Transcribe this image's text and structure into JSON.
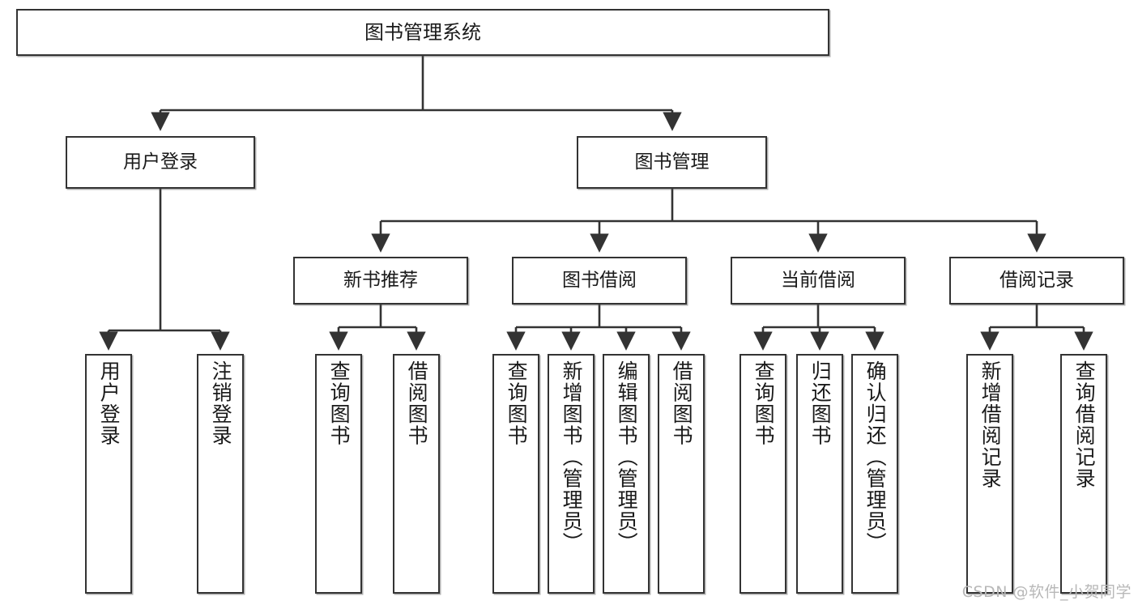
{
  "diagram": {
    "type": "tree",
    "title": "图书管理系统",
    "orientation": "top-down",
    "colors": {
      "box_border": "#333333",
      "box_fill": "#ffffff",
      "edge": "#333333",
      "text": "#1a1a1a",
      "watermark": "#b8b8b8"
    },
    "nodes": {
      "root": {
        "label": "图书管理系统"
      },
      "level2": [
        {
          "id": "user-login",
          "label": "用户登录"
        },
        {
          "id": "book-management",
          "label": "图书管理"
        }
      ],
      "level3": [
        {
          "id": "new-book-recommend",
          "label": "新书推荐"
        },
        {
          "id": "book-borrow",
          "label": "图书借阅"
        },
        {
          "id": "current-borrow",
          "label": "当前借阅"
        },
        {
          "id": "borrow-record",
          "label": "借阅记录"
        }
      ],
      "leaves": [
        {
          "id": "leaf-user-login",
          "label": "用户登录",
          "parent": "user-login"
        },
        {
          "id": "leaf-logout",
          "label": "注销登录",
          "parent": "user-login"
        },
        {
          "id": "leaf-query-book-1",
          "label": "查询图书",
          "parent": "new-book-recommend"
        },
        {
          "id": "leaf-borrow-book-1",
          "label": "借阅图书",
          "parent": "new-book-recommend"
        },
        {
          "id": "leaf-query-book-2",
          "label": "查询图书",
          "parent": "book-borrow"
        },
        {
          "id": "leaf-add-book",
          "label": "新增图书（管理员）",
          "parent": "book-borrow"
        },
        {
          "id": "leaf-edit-book",
          "label": "编辑图书（管理员）",
          "parent": "book-borrow"
        },
        {
          "id": "leaf-borrow-book-2",
          "label": "借阅图书",
          "parent": "book-borrow"
        },
        {
          "id": "leaf-query-book-3",
          "label": "查询图书",
          "parent": "current-borrow"
        },
        {
          "id": "leaf-return-book",
          "label": "归还图书",
          "parent": "current-borrow"
        },
        {
          "id": "leaf-confirm-return",
          "label": "确认归还（管理员）",
          "parent": "current-borrow"
        },
        {
          "id": "leaf-add-record",
          "label": "新增借阅记录",
          "parent": "borrow-record"
        },
        {
          "id": "leaf-query-record",
          "label": "查询借阅记录",
          "parent": "borrow-record"
        }
      ]
    },
    "watermark": "CSDN @软件_小贺同学"
  }
}
